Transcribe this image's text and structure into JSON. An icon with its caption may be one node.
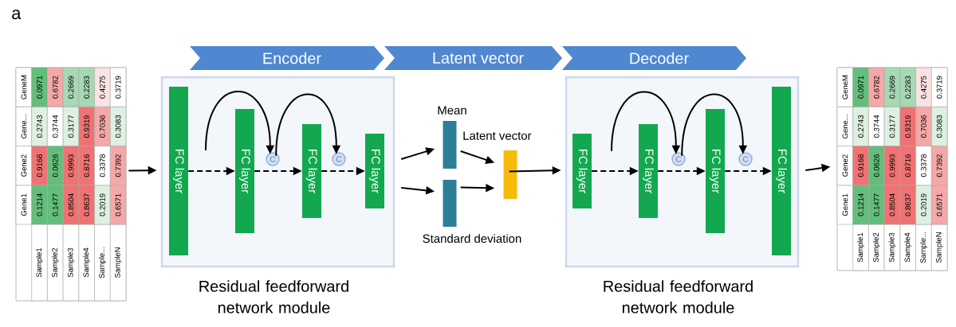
{
  "diagram": {
    "nodes": [
      {
        "text": [],
        "shape": "table"
      },
      {
        "text": [
          "Encoder"
        ]
      },
      {
        "text": [
          "Latent vector"
        ]
      },
      {
        "text": [
          "Decoder"
        ]
      },
      {
        "text": [],
        "shape": "box",
        "beside": [
          "Residual feedforward network module"
        ]
      },
      {
        "text": [
          "FC layer"
        ],
        "in": 4
      },
      {
        "text": [
          "FC layer"
        ],
        "in": 4
      },
      {
        "text": [
          "FC layer"
        ],
        "in": 4
      },
      {
        "text": [
          "FC layer"
        ],
        "in": 4
      },
      {
        "text": [
          "C"
        ],
        "in": 4
      },
      {
        "text": [
          "C"
        ],
        "in": 4
      },
      {
        "text": [],
        "shape": "bar",
        "beside": [
          "Mean"
        ]
      },
      {
        "text": [],
        "shape": "bar",
        "beside": [
          "Standard deviation"
        ]
      },
      {
        "text": [],
        "shape": "bar",
        "beside": [
          "Latent vector"
        ]
      },
      {
        "text": [],
        "shape": "box",
        "beside": [
          "Residual feedforward network module"
        ]
      },
      {
        "text": [
          "FC layer"
        ],
        "in": 14
      },
      {
        "text": [
          "FC layer"
        ],
        "in": 14
      },
      {
        "text": [
          "FC layer"
        ],
        "in": 14
      },
      {
        "text": [
          "FC layer"
        ],
        "in": 14
      },
      {
        "text": [
          "C"
        ],
        "in": 14
      },
      {
        "text": [
          "C"
        ],
        "in": 14
      },
      {
        "text": [],
        "shape": "table"
      }
    ],
    "edges": [
      {
        "from": 0,
        "to": 4,
        "arrow": "to"
      },
      {
        "from": 5,
        "to": 6,
        "arrow": "to",
        "style": "dashed"
      },
      {
        "from": 6,
        "to": 7,
        "arrow": "to",
        "style": "dashed"
      },
      {
        "from": 7,
        "to": 8,
        "arrow": "to",
        "style": "dashed"
      },
      {
        "from": null,
        "to": 9,
        "arrow": "to"
      },
      {
        "from": 9,
        "to": 10,
        "arrow": "to"
      },
      {
        "from": 4,
        "to": 11,
        "arrow": "to"
      },
      {
        "from": 4,
        "to": 12,
        "arrow": "to"
      },
      {
        "from": 11,
        "to": 13,
        "arrow": "to"
      },
      {
        "from": 12,
        "to": 13,
        "arrow": "to"
      },
      {
        "from": 13,
        "to": 14,
        "arrow": "to"
      },
      {
        "from": 15,
        "to": 16,
        "arrow": "to",
        "style": "dashed"
      },
      {
        "from": 16,
        "to": 17,
        "arrow": "to",
        "style": "dashed"
      },
      {
        "from": 17,
        "to": 18,
        "arrow": "to",
        "style": "dashed"
      },
      {
        "from": null,
        "to": 19,
        "arrow": "to"
      },
      {
        "from": 19,
        "to": 20,
        "arrow": "to"
      },
      {
        "from": 14,
        "to": 21,
        "arrow": "to"
      }
    ],
    "labels": [
      "a",
      "Gene1",
      "Gene2",
      "Gene...",
      "GeneM",
      "Sample1",
      "0.1214",
      "0.9168",
      "0.2743",
      "0.0971",
      "Sample2",
      "0.1477",
      "0.0626",
      "0.3744",
      "0.6782",
      "Sample3",
      "0.8504",
      "0.9993",
      "0.3177",
      "0.2669",
      "Sample4",
      "0.8637",
      "0.8716",
      "0.9319",
      "0.2283",
      "Sample...",
      "0.2019",
      "0.3378",
      "0.7036",
      "0.4275",
      "SampleN",
      "0.6571",
      "0.7392",
      "0.3083",
      "0.3719",
      "Gene1",
      "Gene2",
      "Gene...",
      "GeneM",
      "Sample1",
      "0.1214",
      "0.9168",
      "0.2743",
      "0.0971",
      "Sample2",
      "0.1477",
      "0.0626",
      "0.3744",
      "0.6782",
      "Sample3",
      "0.8504",
      "0.9993",
      "0.3177",
      "0.2669",
      "Sample4",
      "0.8637",
      "0.8716",
      "0.9319",
      "0.2283",
      "Sample...",
      "0.2019",
      "0.3378",
      "0.7036",
      "0.4275",
      "SampleN",
      "0.6571",
      "0.7392",
      "0.3083",
      "0.3719"
    ]
  }
}
